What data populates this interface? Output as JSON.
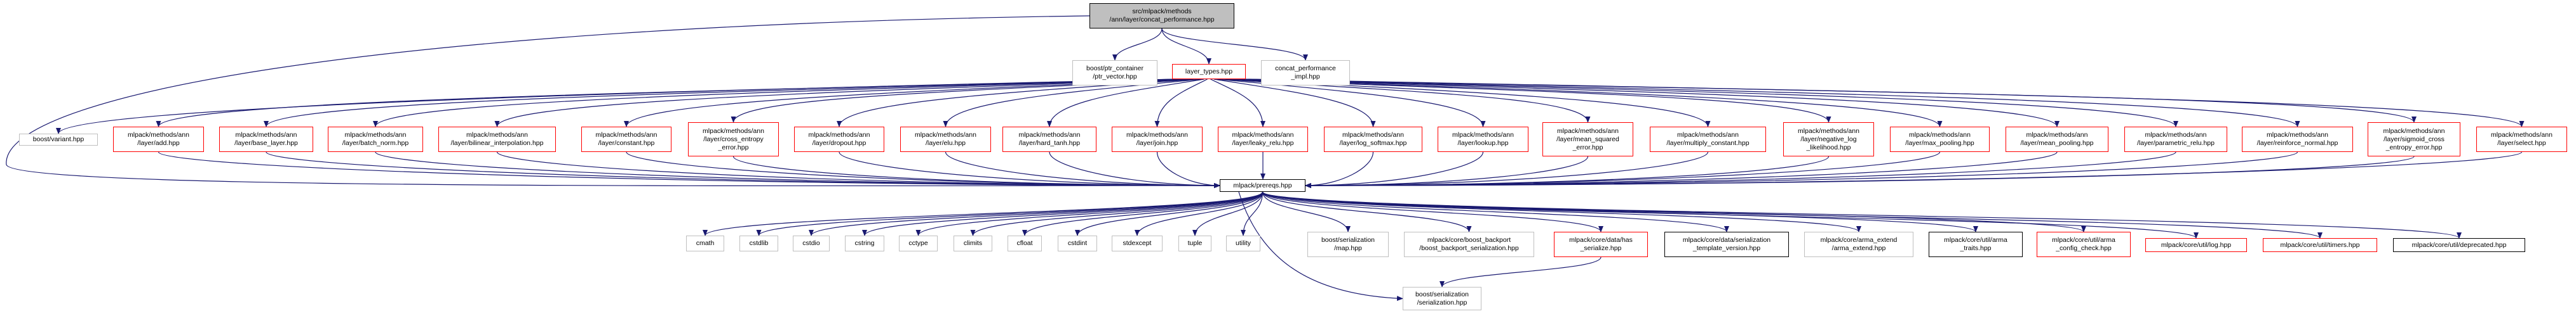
{
  "title": "Include dependency graph for concat_performance.hpp",
  "colors": {
    "edge": "#191970",
    "red_border": "#ff0000",
    "gray_border": "#bfbfbf",
    "black_border": "#000000",
    "root_fill": "#bfbfbf"
  },
  "nodes": {
    "root": {
      "label": "src/mlpack/methods\n/ann/layer/concat_performance.hpp",
      "style": "root"
    },
    "ptr_vector": {
      "label": "boost/ptr_container\n/ptr_vector.hpp",
      "style": "gray"
    },
    "layer_types": {
      "label": "layer_types.hpp",
      "style": "red"
    },
    "concat_impl": {
      "label": "concat_performance\n_impl.hpp",
      "style": "gray"
    },
    "variant": {
      "label": "boost/variant.hpp",
      "style": "gray"
    },
    "add": {
      "label": "mlpack/methods/ann\n/layer/add.hpp",
      "style": "red"
    },
    "base_layer": {
      "label": "mlpack/methods/ann\n/layer/base_layer.hpp",
      "style": "red"
    },
    "batch_norm": {
      "label": "mlpack/methods/ann\n/layer/batch_norm.hpp",
      "style": "red"
    },
    "bilinear": {
      "label": "mlpack/methods/ann\n/layer/bilinear_interpolation.hpp",
      "style": "red"
    },
    "constant": {
      "label": "mlpack/methods/ann\n/layer/constant.hpp",
      "style": "red"
    },
    "cross_entropy": {
      "label": "mlpack/methods/ann\n/layer/cross_entropy\n_error.hpp",
      "style": "red"
    },
    "dropout": {
      "label": "mlpack/methods/ann\n/layer/dropout.hpp",
      "style": "red"
    },
    "elu": {
      "label": "mlpack/methods/ann\n/layer/elu.hpp",
      "style": "red"
    },
    "hard_tanh": {
      "label": "mlpack/methods/ann\n/layer/hard_tanh.hpp",
      "style": "red"
    },
    "join": {
      "label": "mlpack/methods/ann\n/layer/join.hpp",
      "style": "red"
    },
    "leaky_relu": {
      "label": "mlpack/methods/ann\n/layer/leaky_relu.hpp",
      "style": "red"
    },
    "log_softmax": {
      "label": "mlpack/methods/ann\n/layer/log_softmax.hpp",
      "style": "red"
    },
    "lookup": {
      "label": "mlpack/methods/ann\n/layer/lookup.hpp",
      "style": "red"
    },
    "mse": {
      "label": "mlpack/methods/ann\n/layer/mean_squared\n_error.hpp",
      "style": "red"
    },
    "multiply_constant": {
      "label": "mlpack/methods/ann\n/layer/multiply_constant.hpp",
      "style": "red"
    },
    "nll": {
      "label": "mlpack/methods/ann\n/layer/negative_log\n_likelihood.hpp",
      "style": "red"
    },
    "max_pooling": {
      "label": "mlpack/methods/ann\n/layer/max_pooling.hpp",
      "style": "red"
    },
    "mean_pooling": {
      "label": "mlpack/methods/ann\n/layer/mean_pooling.hpp",
      "style": "red"
    },
    "parametric_relu": {
      "label": "mlpack/methods/ann\n/layer/parametric_relu.hpp",
      "style": "red"
    },
    "reinforce_normal": {
      "label": "mlpack/methods/ann\n/layer/reinforce_normal.hpp",
      "style": "red"
    },
    "sigmoid_ce": {
      "label": "mlpack/methods/ann\n/layer/sigmoid_cross\n_entropy_error.hpp",
      "style": "red"
    },
    "select": {
      "label": "mlpack/methods/ann\n/layer/select.hpp",
      "style": "red"
    },
    "prereqs": {
      "label": "mlpack/prereqs.hpp",
      "style": "black"
    },
    "cmath": {
      "label": "cmath",
      "style": "gray"
    },
    "cstdlib": {
      "label": "cstdlib",
      "style": "gray"
    },
    "cstdio": {
      "label": "cstdio",
      "style": "gray"
    },
    "cstring": {
      "label": "cstring",
      "style": "gray"
    },
    "cctype": {
      "label": "cctype",
      "style": "gray"
    },
    "climits": {
      "label": "climits",
      "style": "gray"
    },
    "cfloat": {
      "label": "cfloat",
      "style": "gray"
    },
    "cstdint": {
      "label": "cstdint",
      "style": "gray"
    },
    "stdexcept": {
      "label": "stdexcept",
      "style": "gray"
    },
    "tuple": {
      "label": "tuple",
      "style": "gray"
    },
    "utility": {
      "label": "utility",
      "style": "gray"
    },
    "ser_map": {
      "label": "boost/serialization\n/map.hpp",
      "style": "gray"
    },
    "boost_backport": {
      "label": "mlpack/core/boost_backport\n/boost_backport_serialization.hpp",
      "style": "gray"
    },
    "has_serialize": {
      "label": "mlpack/core/data/has\n_serialize.hpp",
      "style": "red"
    },
    "ser_template": {
      "label": "mlpack/core/data/serialization\n_template_version.hpp",
      "style": "black"
    },
    "arma_extend": {
      "label": "mlpack/core/arma_extend\n/arma_extend.hpp",
      "style": "gray"
    },
    "arma_traits": {
      "label": "mlpack/core/util/arma\n_traits.hpp",
      "style": "black"
    },
    "arma_config": {
      "label": "mlpack/core/util/arma\n_config_check.hpp",
      "style": "red"
    },
    "log": {
      "label": "mlpack/core/util/log.hpp",
      "style": "red"
    },
    "timers": {
      "label": "mlpack/core/util/timers.hpp",
      "style": "red"
    },
    "deprecated": {
      "label": "mlpack/core/util/deprecated.hpp",
      "style": "black"
    },
    "serialization": {
      "label": "boost/serialization\n/serialization.hpp",
      "style": "gray"
    }
  },
  "edges": [
    [
      "root",
      "ptr_vector"
    ],
    [
      "root",
      "layer_types"
    ],
    [
      "root",
      "concat_impl"
    ],
    [
      "root",
      "prereqs"
    ],
    [
      "layer_types",
      "variant"
    ],
    [
      "layer_types",
      "add"
    ],
    [
      "layer_types",
      "base_layer"
    ],
    [
      "layer_types",
      "batch_norm"
    ],
    [
      "layer_types",
      "bilinear"
    ],
    [
      "layer_types",
      "constant"
    ],
    [
      "layer_types",
      "cross_entropy"
    ],
    [
      "layer_types",
      "dropout"
    ],
    [
      "layer_types",
      "elu"
    ],
    [
      "layer_types",
      "hard_tanh"
    ],
    [
      "layer_types",
      "join"
    ],
    [
      "layer_types",
      "leaky_relu"
    ],
    [
      "layer_types",
      "log_softmax"
    ],
    [
      "layer_types",
      "lookup"
    ],
    [
      "layer_types",
      "mse"
    ],
    [
      "layer_types",
      "multiply_constant"
    ],
    [
      "layer_types",
      "nll"
    ],
    [
      "layer_types",
      "max_pooling"
    ],
    [
      "layer_types",
      "mean_pooling"
    ],
    [
      "layer_types",
      "parametric_relu"
    ],
    [
      "layer_types",
      "reinforce_normal"
    ],
    [
      "layer_types",
      "sigmoid_ce"
    ],
    [
      "layer_types",
      "select"
    ],
    [
      "add",
      "prereqs"
    ],
    [
      "base_layer",
      "prereqs"
    ],
    [
      "batch_norm",
      "prereqs"
    ],
    [
      "bilinear",
      "prereqs"
    ],
    [
      "constant",
      "prereqs"
    ],
    [
      "cross_entropy",
      "prereqs"
    ],
    [
      "dropout",
      "prereqs"
    ],
    [
      "elu",
      "prereqs"
    ],
    [
      "hard_tanh",
      "prereqs"
    ],
    [
      "join",
      "prereqs"
    ],
    [
      "leaky_relu",
      "prereqs"
    ],
    [
      "log_softmax",
      "prereqs"
    ],
    [
      "lookup",
      "prereqs"
    ],
    [
      "mse",
      "prereqs"
    ],
    [
      "multiply_constant",
      "prereqs"
    ],
    [
      "nll",
      "prereqs"
    ],
    [
      "max_pooling",
      "prereqs"
    ],
    [
      "mean_pooling",
      "prereqs"
    ],
    [
      "parametric_relu",
      "prereqs"
    ],
    [
      "reinforce_normal",
      "prereqs"
    ],
    [
      "sigmoid_ce",
      "prereqs"
    ],
    [
      "select",
      "prereqs"
    ],
    [
      "prereqs",
      "cmath"
    ],
    [
      "prereqs",
      "cstdlib"
    ],
    [
      "prereqs",
      "cstdio"
    ],
    [
      "prereqs",
      "cstring"
    ],
    [
      "prereqs",
      "cctype"
    ],
    [
      "prereqs",
      "climits"
    ],
    [
      "prereqs",
      "cfloat"
    ],
    [
      "prereqs",
      "cstdint"
    ],
    [
      "prereqs",
      "stdexcept"
    ],
    [
      "prereqs",
      "tuple"
    ],
    [
      "prereqs",
      "utility"
    ],
    [
      "prereqs",
      "ser_map"
    ],
    [
      "prereqs",
      "boost_backport"
    ],
    [
      "prereqs",
      "has_serialize"
    ],
    [
      "prereqs",
      "ser_template"
    ],
    [
      "prereqs",
      "arma_extend"
    ],
    [
      "prereqs",
      "arma_traits"
    ],
    [
      "prereqs",
      "arma_config"
    ],
    [
      "prereqs",
      "log"
    ],
    [
      "prereqs",
      "timers"
    ],
    [
      "prereqs",
      "deprecated"
    ],
    [
      "prereqs",
      "serialization"
    ],
    [
      "has_serialize",
      "serialization"
    ]
  ]
}
